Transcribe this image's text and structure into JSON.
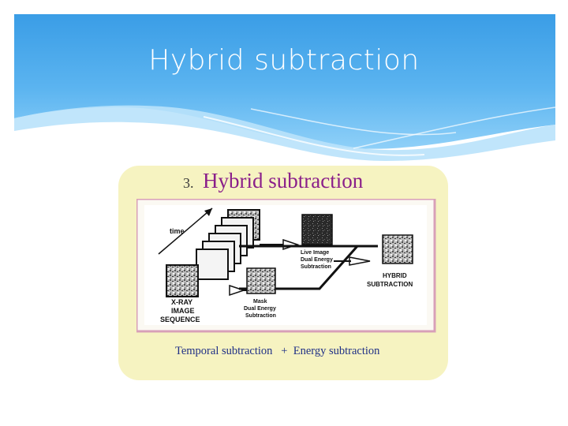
{
  "slide": {
    "title": "Hybrid subtraction"
  },
  "figure": {
    "number": "3.",
    "title": "Hybrid subtraction",
    "caption": "Temporal subtraction   +  Energy subtraction",
    "colors": {
      "panel_background": "#f6f3c1",
      "title_color": "#8a1f8a",
      "caption_color": "#1f2f86",
      "diagram_border": "#d8a0b8"
    },
    "diagram": {
      "time_label": "time",
      "sequence_label": [
        "X-RAY",
        "IMAGE",
        "SEQUENCE"
      ],
      "live_image_label": [
        "Live Image",
        "Dual Energy",
        "Subtraction"
      ],
      "mask_label": [
        "Mask",
        "Dual Energy",
        "Subtraction"
      ],
      "hybrid_label": [
        "HYBRID",
        "SUBTRACTION"
      ]
    }
  }
}
